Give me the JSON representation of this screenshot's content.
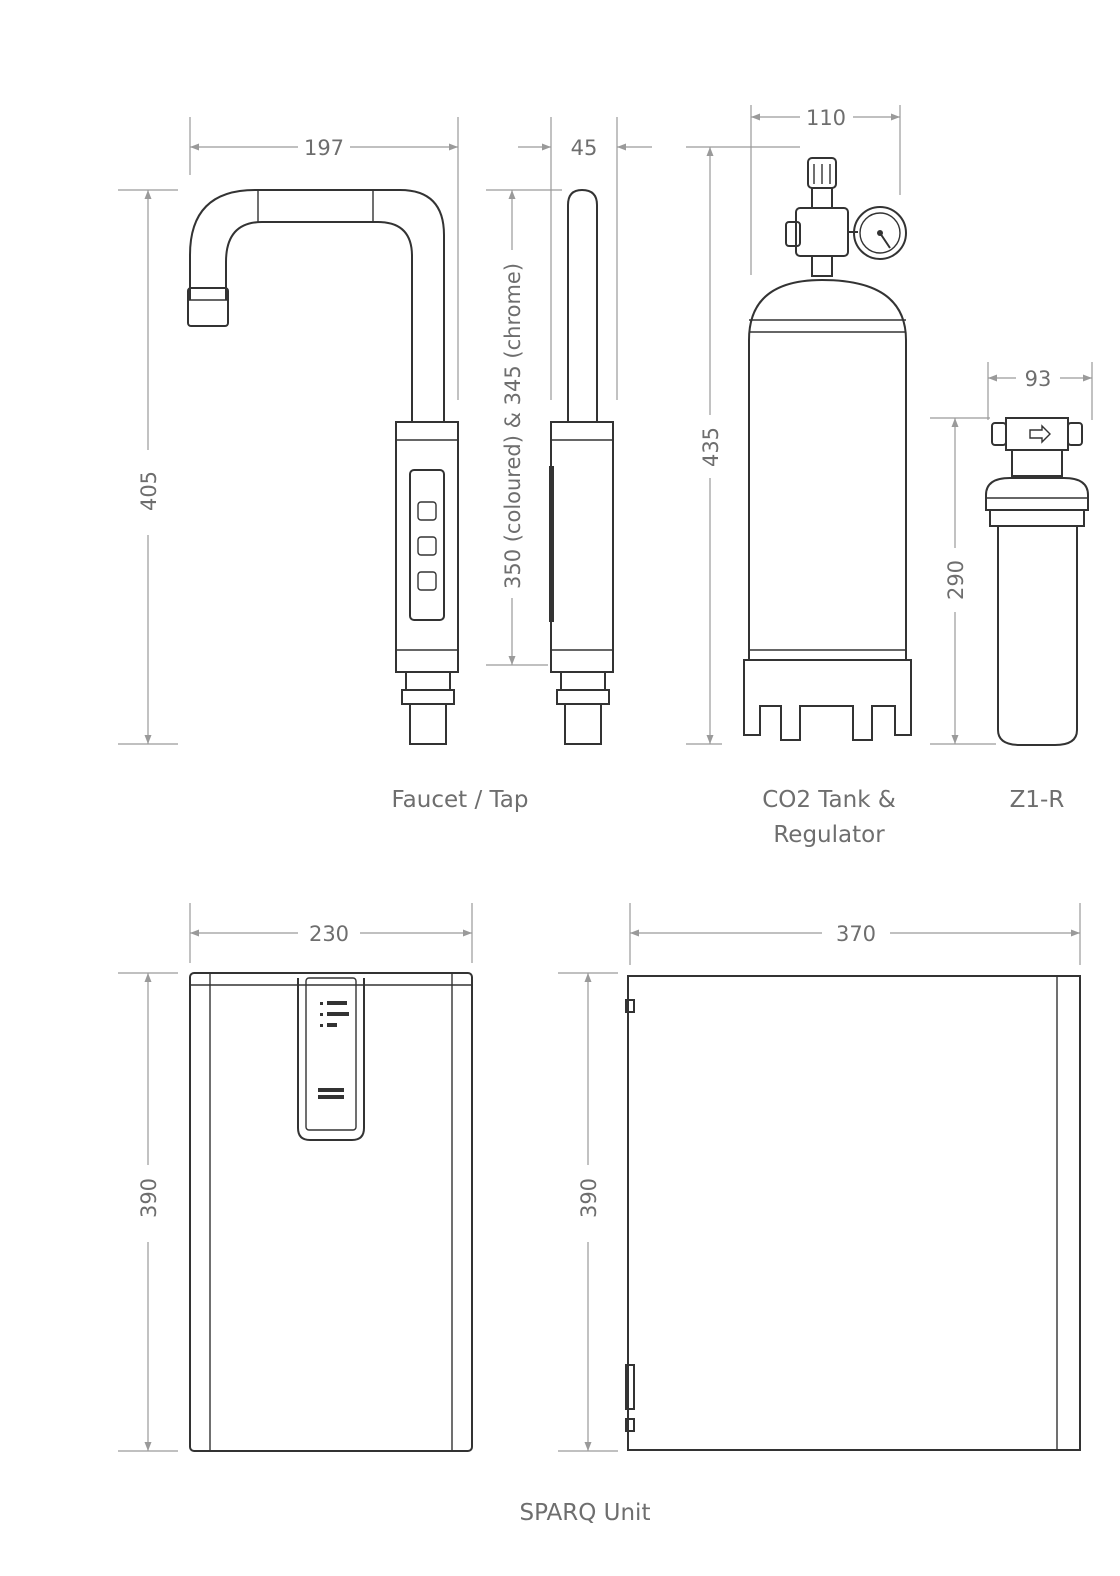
{
  "dimensions": {
    "faucet_width": "197",
    "faucet_depth": "45",
    "faucet_height": "405",
    "faucet_body": "350 (coloured) & 345 (chrome)",
    "tank_width": "110",
    "tank_height": "435",
    "filter_width": "93",
    "filter_height": "290",
    "unit_width": "230",
    "unit_depth": "370",
    "unit_height_front": "390",
    "unit_height_side": "390"
  },
  "captions": {
    "faucet": "Faucet / Tap",
    "tank_line1": "CO2 Tank &",
    "tank_line2": "Regulator",
    "filter": "Z1-R",
    "unit": "SPARQ Unit"
  },
  "colors": {
    "outline": "#333333",
    "dimension": "#9a9a9a",
    "text": "#6e6e6e"
  }
}
